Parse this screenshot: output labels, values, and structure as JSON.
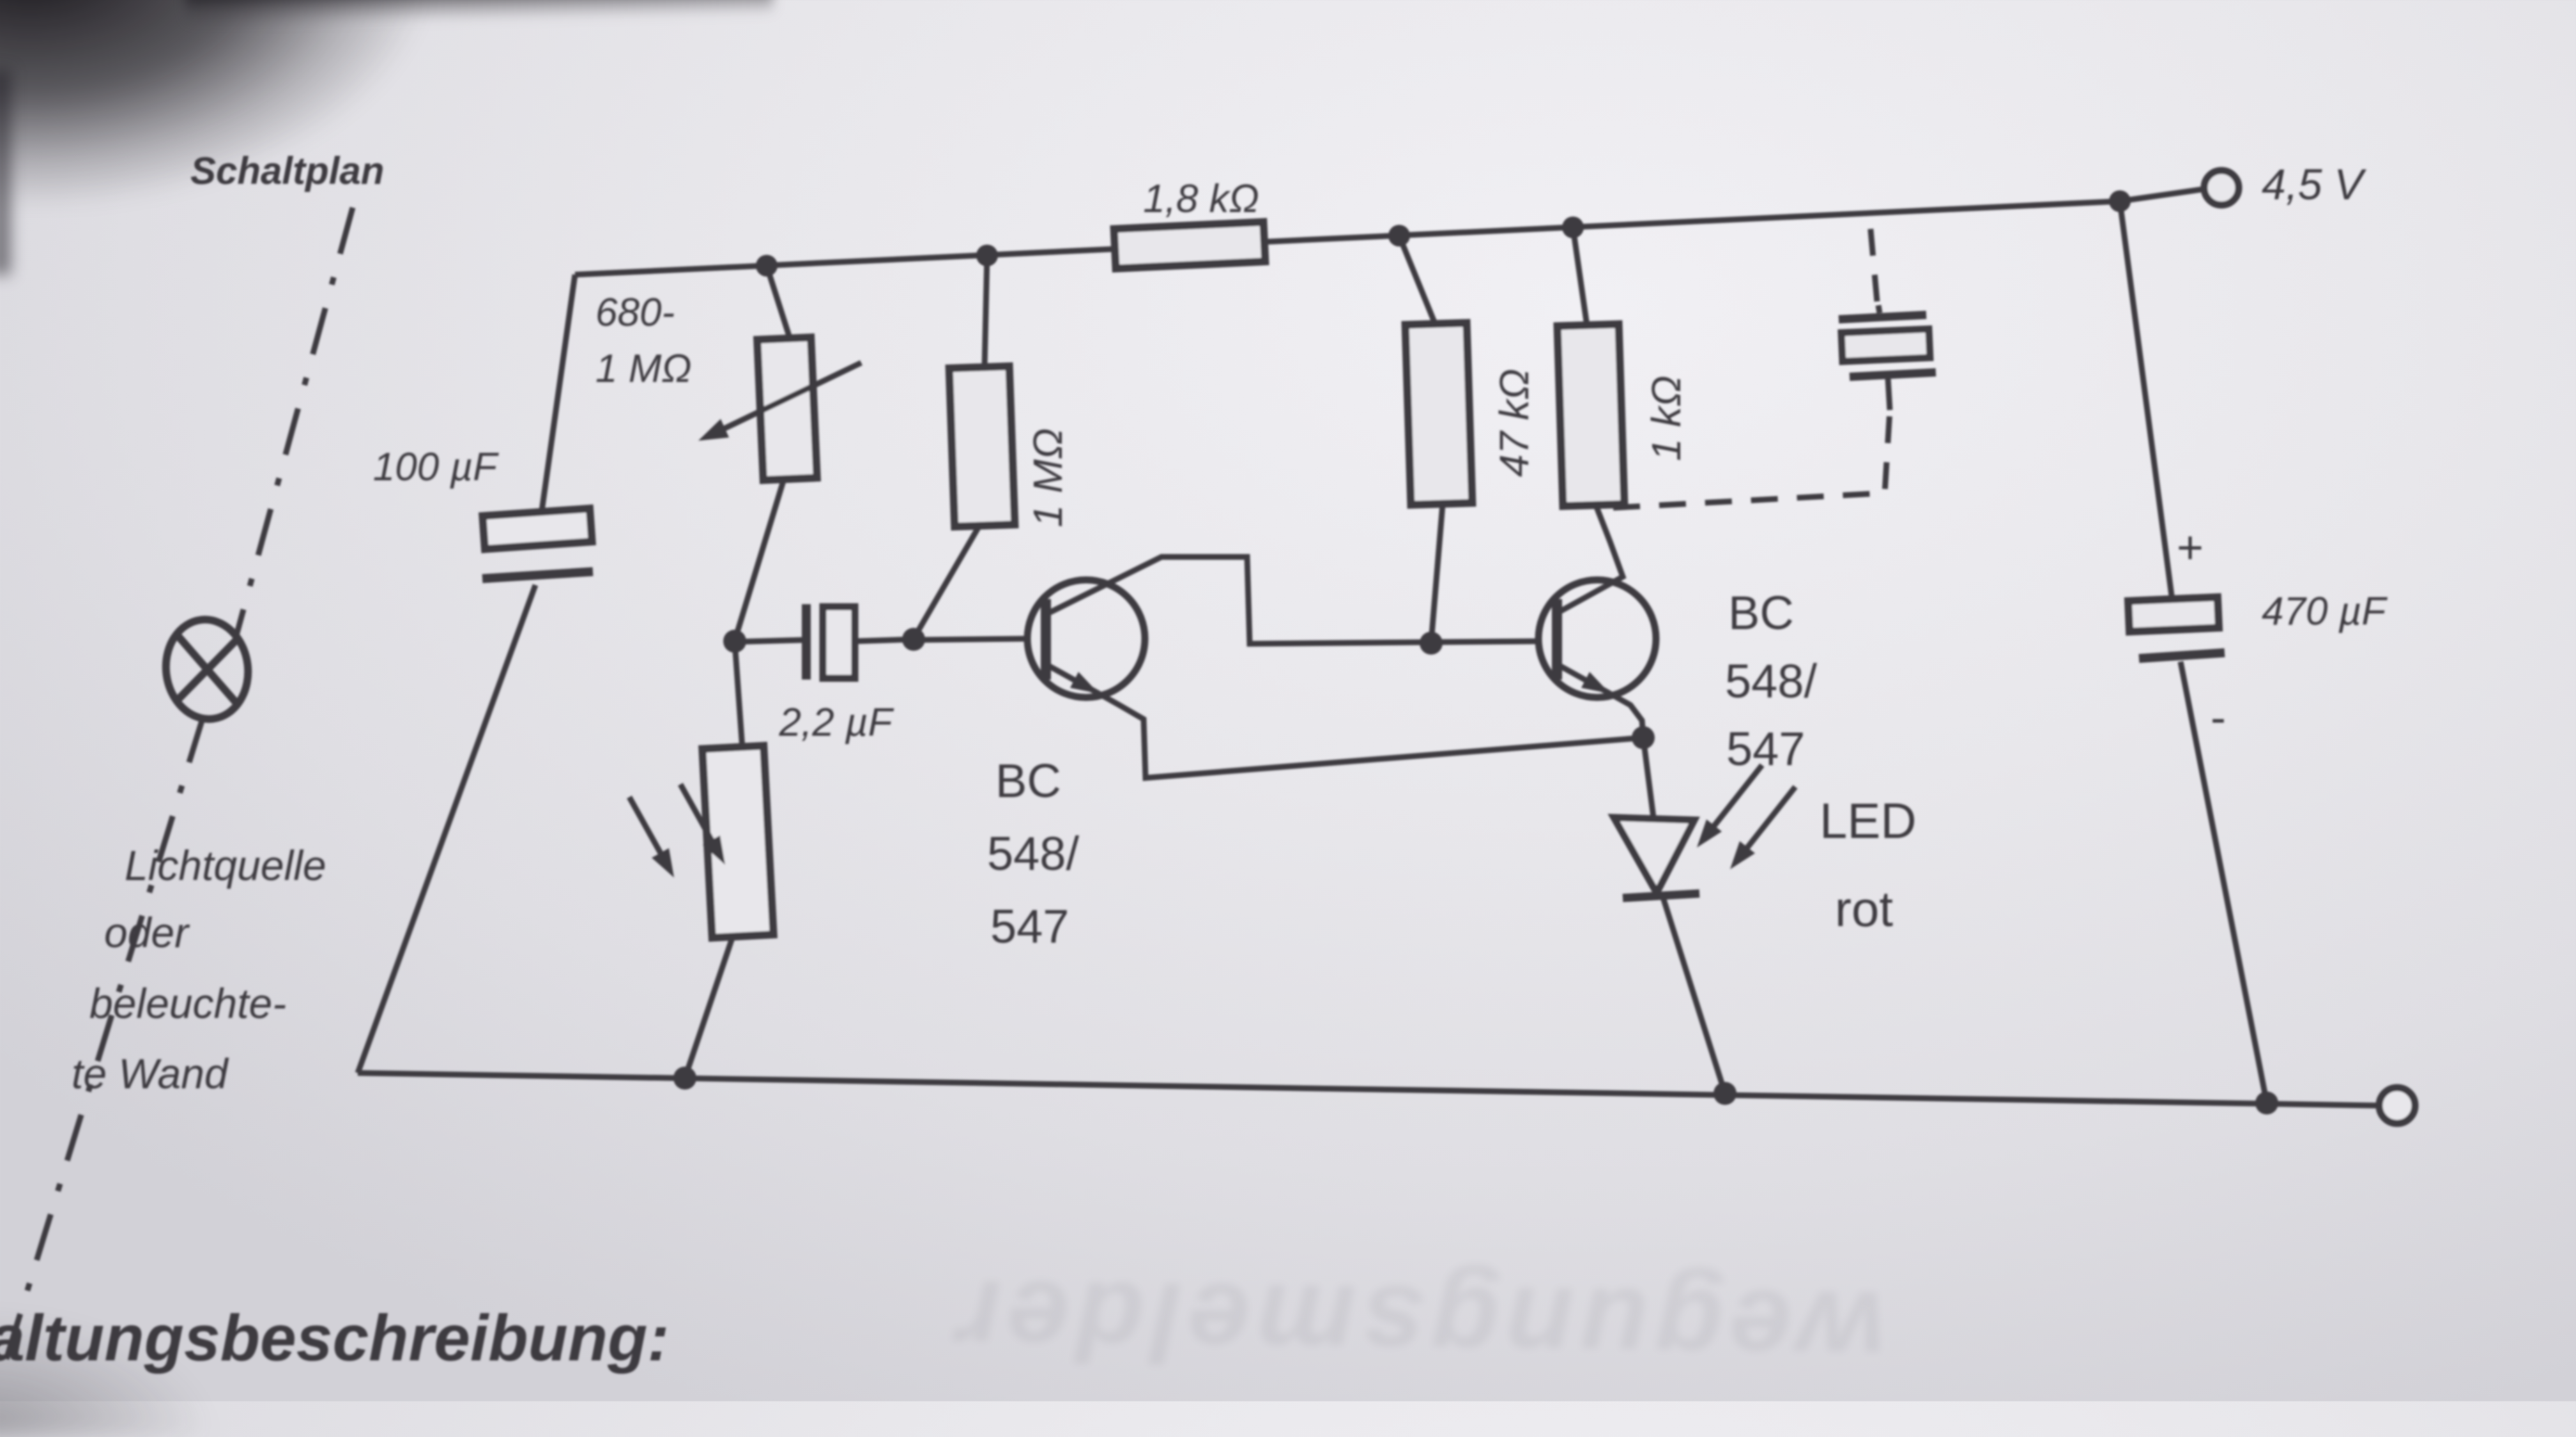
{
  "page": {
    "title": "Schaltplan",
    "section_heading": "altungsbeschreibung:",
    "ghost_text": "wegungsmelder"
  },
  "colors": {
    "paper": "#e8e7eb",
    "ink": "#3c3b41",
    "shadow": "#19171c"
  },
  "power": {
    "supply_label": "4,5 V",
    "plus": "+",
    "minus": "-"
  },
  "components": {
    "series_resistor": {
      "type": "resistor",
      "label": "1,8 kΩ"
    },
    "potentiometer": {
      "type": "variable-resistor",
      "label_line1": "680-",
      "label_line2": "1 MΩ"
    },
    "input_capacitor": {
      "type": "electrolytic-capacitor",
      "label": "100 µF"
    },
    "base_resistor": {
      "type": "resistor",
      "label": "1 MΩ"
    },
    "coupling_capacitor": {
      "type": "electrolytic-capacitor",
      "label": "2,2 µF"
    },
    "collector_resistor_t1": {
      "type": "resistor",
      "label": "47 kΩ"
    },
    "collector_resistor_t2": {
      "type": "resistor",
      "label": "1 kΩ"
    },
    "transistor1": {
      "type": "npn-transistor",
      "label_line1": "BC",
      "label_line2": "548/",
      "label_line3": "547"
    },
    "transistor2": {
      "type": "npn-transistor",
      "label_line1": "BC",
      "label_line2": "548/",
      "label_line3": "547"
    },
    "led": {
      "type": "led",
      "label_line1": "LED",
      "label_line2": "rot"
    },
    "output_capacitor": {
      "type": "electrolytic-capacitor",
      "label": "470 µF"
    },
    "photoresistor": {
      "type": "ldr"
    },
    "lamp": {
      "type": "light-source-symbol"
    }
  },
  "annotations": {
    "light_source_line1": "Lichtquelle",
    "light_source_line2": "oder",
    "light_source_line3": "beleuchte-",
    "light_source_line4": "te Wand"
  }
}
